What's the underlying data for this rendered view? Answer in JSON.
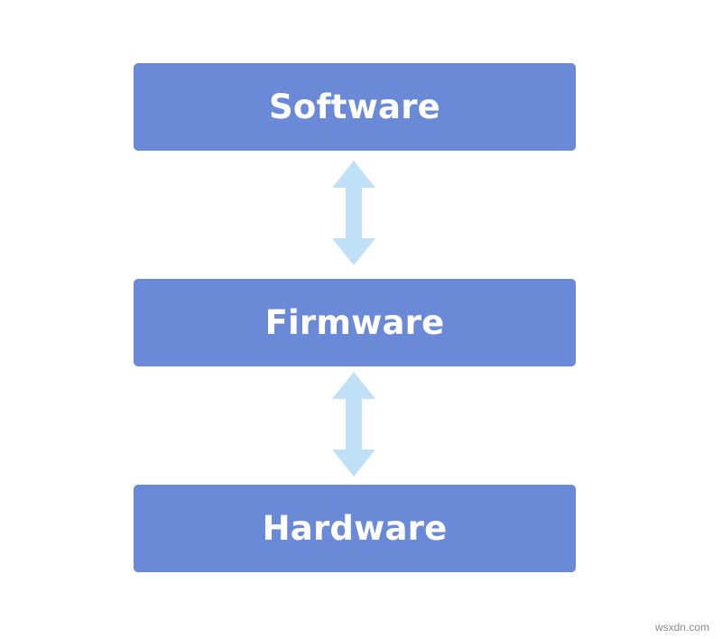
{
  "diagram": {
    "layers": [
      {
        "id": "software",
        "label": "Software"
      },
      {
        "id": "firmware",
        "label": "Firmware"
      },
      {
        "id": "hardware",
        "label": "Hardware"
      }
    ],
    "connections": [
      {
        "from": "software",
        "to": "firmware",
        "type": "bidirectional"
      },
      {
        "from": "firmware",
        "to": "hardware",
        "type": "bidirectional"
      }
    ]
  },
  "colors": {
    "box_fill": "#6a89d6",
    "box_text": "#ffffff",
    "arrow_fill": "#bfe0f7",
    "background": "#ffffff"
  },
  "watermark": "wsxdn.com"
}
